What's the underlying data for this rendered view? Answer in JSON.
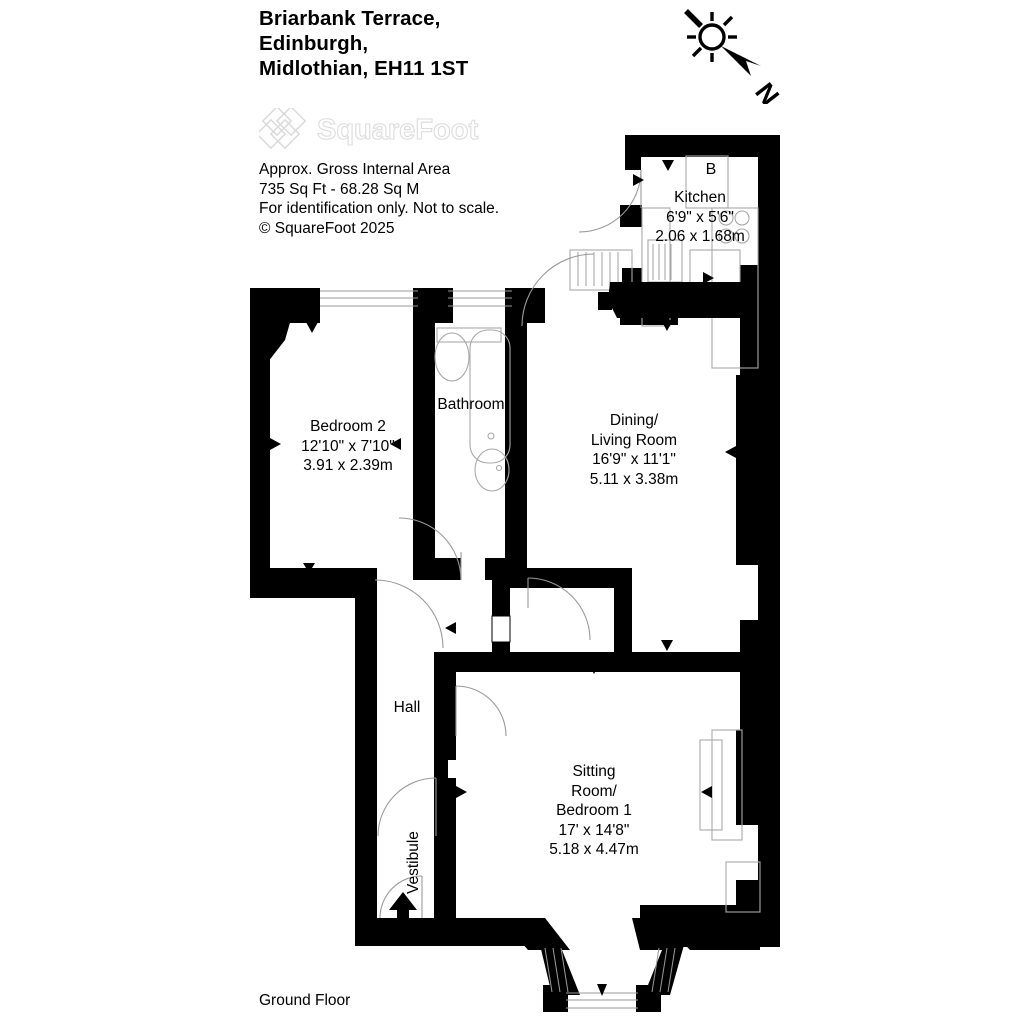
{
  "header": {
    "address_lines": [
      "Briarbank Terrace,",
      "Edinburgh,",
      "Midlothian, EH11 1ST"
    ],
    "logo_text": "SquareFoot",
    "meta_lines": [
      "Approx. Gross Internal Area",
      "735 Sq Ft  -  68.28 Sq M",
      "For identification only. Not to scale.",
      "© SquareFoot 2025"
    ],
    "floor_label": "Ground Floor"
  },
  "compass": {
    "north_letter": "N",
    "icon": "sun-compass-icon"
  },
  "rooms": [
    {
      "id": "kitchen",
      "name": "Kitchen",
      "imperial": "6'9\" x 5'6\"",
      "metric": "2.06 x 1.68m",
      "badge": "B"
    },
    {
      "id": "bathroom",
      "name": "Bathroom",
      "imperial": "",
      "metric": ""
    },
    {
      "id": "bedroom-2",
      "name": "Bedroom 2",
      "imperial": "12'10\" x 7'10\"",
      "metric": "3.91 x 2.39m"
    },
    {
      "id": "dining-living-room",
      "name": "Dining/",
      "name2": "Living Room",
      "imperial": "16'9\" x 11'1\"",
      "metric": "5.11 x 3.38m"
    },
    {
      "id": "sitting-room-bedroom-1",
      "name": "Sitting",
      "name2": "Room/",
      "name3": "Bedroom 1",
      "imperial": "17' x 14'8\"",
      "metric": "5.18 x 4.47m"
    },
    {
      "id": "hall",
      "name": "Hall",
      "imperial": "",
      "metric": ""
    },
    {
      "id": "vestibule",
      "name": "Vestibule",
      "imperial": "",
      "metric": ""
    }
  ],
  "colors": {
    "wall": "#000000",
    "fill": "#ffffff",
    "fixture_stroke": "#a8a8a8",
    "logo_stroke": "#d7d7d7"
  }
}
